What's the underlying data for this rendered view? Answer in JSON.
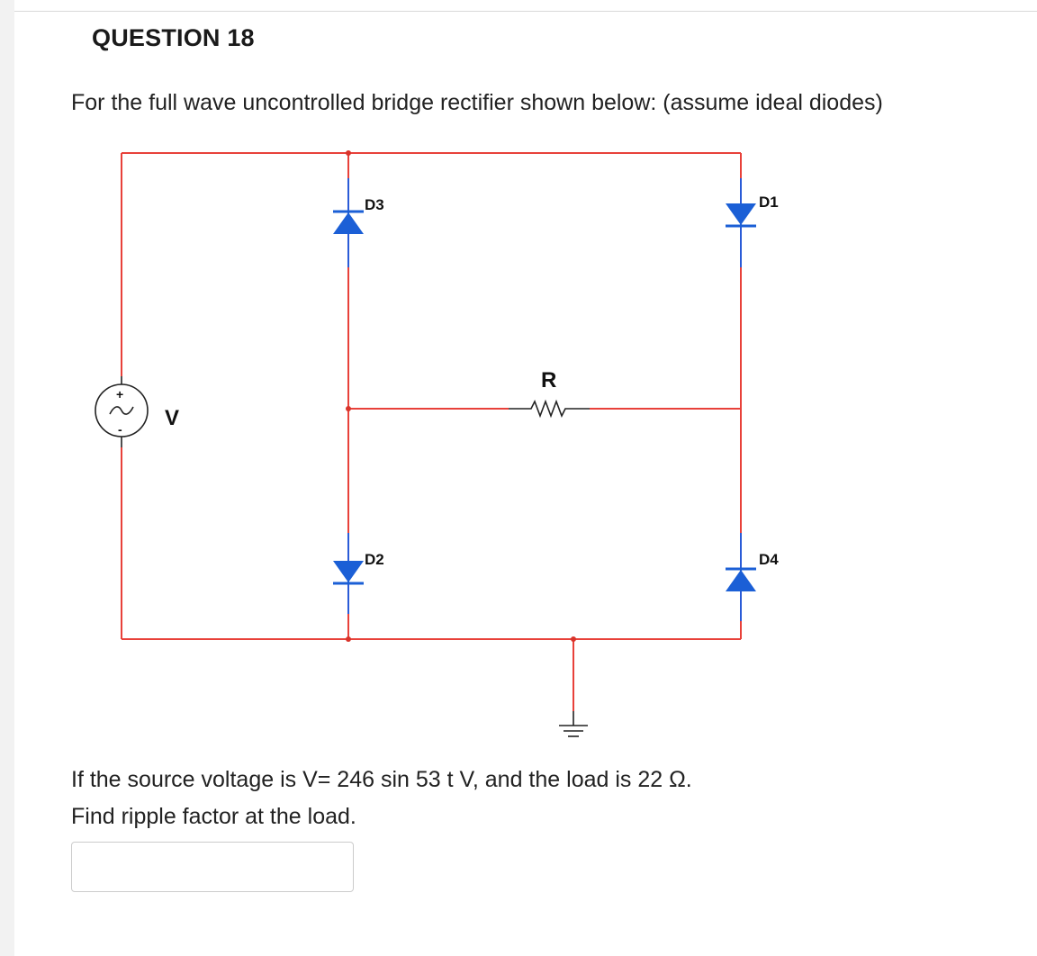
{
  "question": {
    "title": "QUESTION 18",
    "prompt": "For the full wave uncontrolled bridge rectifier shown below: (assume ideal diodes)",
    "condition": "If the source voltage is V= 246 sin 53 t V, and the load is 22 Ω.",
    "ask": "Find ripple factor at the load.",
    "answer_value": "",
    "answer_placeholder": ""
  },
  "circuit": {
    "labels": {
      "d3": "D3",
      "d1": "D1",
      "d2": "D2",
      "d4": "D4",
      "r": "R",
      "v": "V",
      "plus": "+",
      "minus": "-"
    },
    "colors": {
      "wire": "#e8413a",
      "lead": "#2a5bd7",
      "diode": "#1b5fd6",
      "junction": "#d9342b",
      "symbol": "#222222"
    }
  }
}
